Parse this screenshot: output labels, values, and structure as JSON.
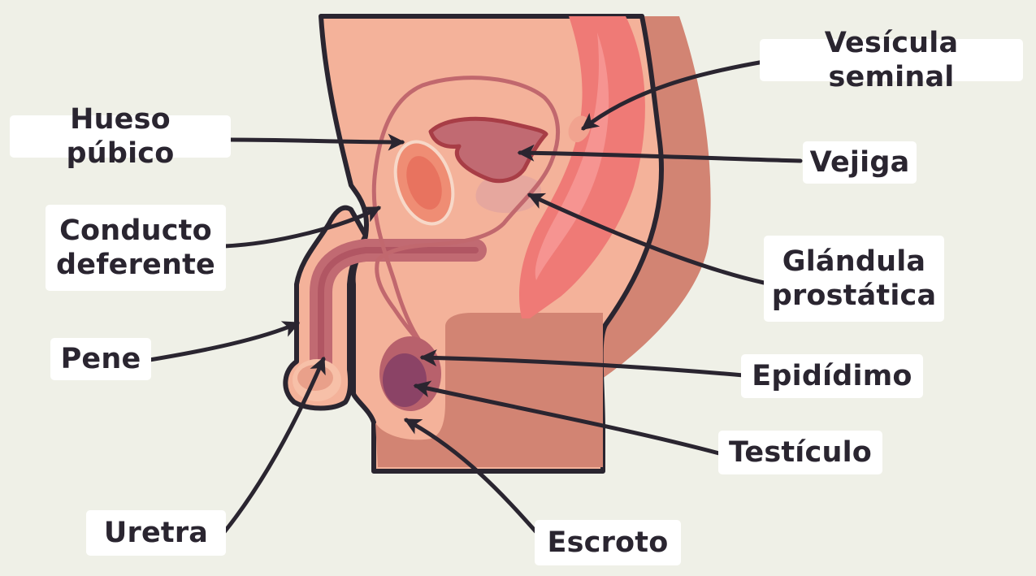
{
  "labels": {
    "seminal_vesicle": "Vesícula seminal",
    "pubic_bone": "Hueso púbico",
    "bladder": "Vejiga",
    "vas_deferens": "Conducto\ndeferente",
    "prostate": "Glándula\nprostática",
    "penis": "Pene",
    "epididymis": "Epidídimo",
    "testicle": "Testículo",
    "urethra": "Uretra",
    "scrotum": "Escroto"
  },
  "colors": {
    "background": "#eff0e7",
    "outline": "#2a2530",
    "skin": "#f4b29a",
    "skin_dark": "#d28473",
    "skin_mid": "#e59a85",
    "muscle": "#c6605e",
    "rectum": "#ef7a76",
    "bladder": "#c16a72",
    "prostate": "#e6a79e",
    "testicle": "#8b4366",
    "pubic_bone": "#ef8d74",
    "label_bg": "#ffffff"
  }
}
